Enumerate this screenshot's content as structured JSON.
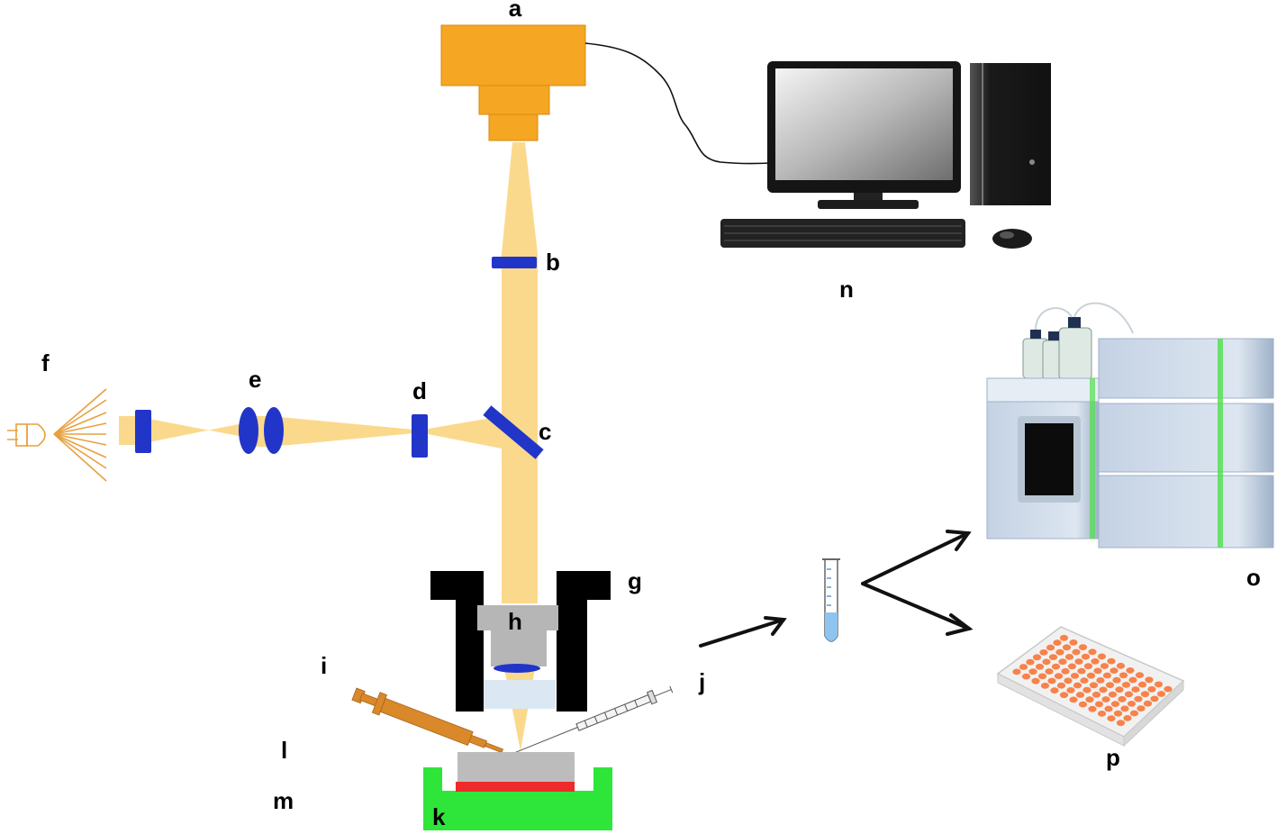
{
  "labels": {
    "a": "a",
    "b": "b",
    "c": "c",
    "d": "d",
    "e": "e",
    "f": "f",
    "g": "g",
    "h": "h",
    "i": "i",
    "j": "j",
    "k": "k",
    "l": "l",
    "m": "m",
    "n": "n",
    "o": "o",
    "p": "p"
  },
  "colors": {
    "beam": "#fbd98c",
    "camera": "#f5a623",
    "camera_edge": "#d88a10",
    "optic": "#2235c9",
    "holder": "#000000",
    "stage": "#2ee63a",
    "sample": "#ee2a2a",
    "substrate": "#bcbcbc",
    "pipette": "#d9892a",
    "hplc": "#cfdbea",
    "plate_wells": "#f7824a"
  },
  "icons": {
    "light_source": "led-icon",
    "computer": "desktop-computer-icon",
    "tube": "test-tube-icon",
    "hplc": "hplc-instrument-icon",
    "plate": "well-plate-icon"
  }
}
